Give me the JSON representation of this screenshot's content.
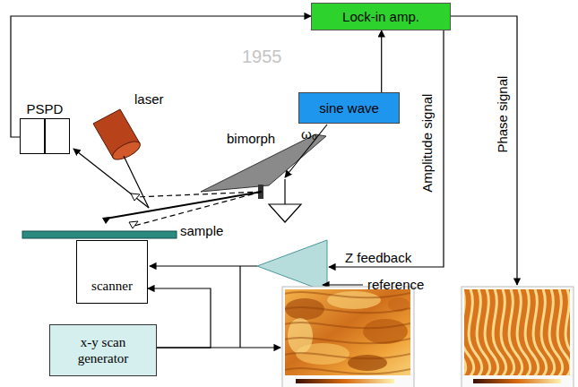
{
  "diagram": {
    "nodes": [
      {
        "text": [
          "Lock-in amp."
        ]
      },
      {
        "text": [
          "sine wave"
        ]
      },
      {
        "text": [
          "PSPD"
        ]
      },
      {
        "text": [
          "scanner"
        ]
      },
      {
        "text": [
          "x-y scan generator"
        ]
      }
    ],
    "edges": [
      {
        "from": 2,
        "to": 0,
        "arrow": "to"
      },
      {
        "from": 1,
        "to": 0,
        "arrow": "to"
      },
      {
        "from": 4,
        "to": 3,
        "arrow": "to"
      }
    ],
    "labels": [
      "laser",
      "bimorph",
      "sample",
      "ω₀",
      "Amplitude signal",
      "Phase signal",
      "Z feedback",
      "reference",
      "1955"
    ]
  }
}
